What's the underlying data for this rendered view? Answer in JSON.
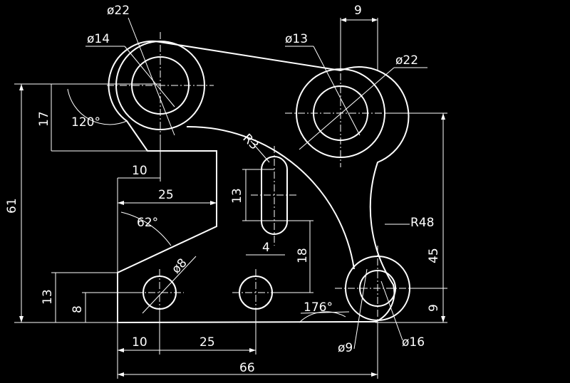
{
  "drawing": {
    "background": "#000000",
    "line_color": "#ffffff",
    "dimensions": {
      "dia22_top": "ø22",
      "dia14": "ø14",
      "dia13": "ø13",
      "dia22_right": "ø22",
      "dia8": "ø8",
      "dia9": "ø9",
      "dia16": "ø16",
      "top_9": "9",
      "height_17": "17",
      "height_61": "61",
      "height_13": "13",
      "height_8": "8",
      "width_10_upper": "10",
      "width_25_upper": "25",
      "width_10_lower": "10",
      "width_25_lower": "25",
      "width_66": "66",
      "slot_13": "13",
      "slot_4": "4",
      "slot_18": "18",
      "height_45": "45",
      "right_9": "9",
      "radius_r3": "R3",
      "radius_r48": "R48",
      "angle_120": "120°",
      "angle_62": "62°",
      "angle_176": "176°"
    }
  }
}
